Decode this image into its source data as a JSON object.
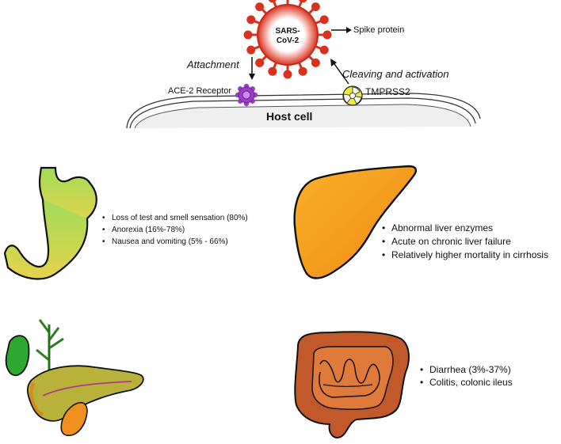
{
  "virus": {
    "label_line1": "SARS-",
    "label_line2": "CoV-2"
  },
  "labels": {
    "spike_protein": "Spike protein",
    "attachment": "Attachment",
    "cleaving": "Cleaving and activation",
    "ace2_receptor": "ACE-2 Receptor",
    "tmprss2": "TMPRSS2",
    "host_cell": "Host cell"
  },
  "stomach": {
    "items": [
      "Loss of test and smell sensation (80%)",
      "Anorexia (16%-78%)",
      "Nausea and vomiting (5% - 66%)"
    ]
  },
  "liver": {
    "items": [
      "Abnormal liver enzymes",
      "Acute on chronic liver failure",
      "Relatively higher mortality in cirrhosis"
    ]
  },
  "intestine": {
    "items": [
      "Diarrhea (3%-37%)",
      "Colitis, colonic ileus"
    ]
  },
  "colors": {
    "virus_body": "#e0392b",
    "ace2": "#9a3ec5",
    "tmprss2": "#e9e62a",
    "stomach_top": "#b6e26a",
    "stomach_bottom": "#e2d04a",
    "liver": "#f4a21c",
    "intestine": "#c1592b",
    "gallbladder": "#2ea82e",
    "pancreas": "#b8b03c"
  }
}
